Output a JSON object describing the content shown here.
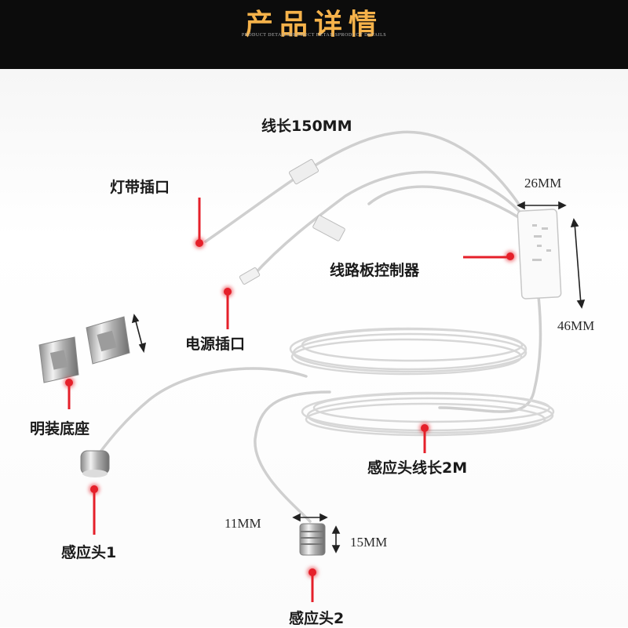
{
  "header": {
    "title": "产品详情",
    "subtitle": "PRODUCT DETAILSPRODUCT DETAILSPRODUCT DETAILS"
  },
  "labels": {
    "wire_length": "线长150MM",
    "strip_plug": "灯带插口",
    "power_plug": "电源插口",
    "controller": "线路板控制器",
    "surface_base": "明装底座",
    "sensor_cable": "感应头线长2M",
    "sensor_1": "感应头1",
    "sensor_2": "感应头2"
  },
  "dimensions": {
    "controller_width": "26MM",
    "controller_height": "46MM",
    "sensor_diameter": "11MM",
    "sensor_height": "15MM"
  },
  "colors": {
    "header_bg": "#0c0c0c",
    "title_color": "#f5b24a",
    "callout_red": "#e5202a"
  }
}
